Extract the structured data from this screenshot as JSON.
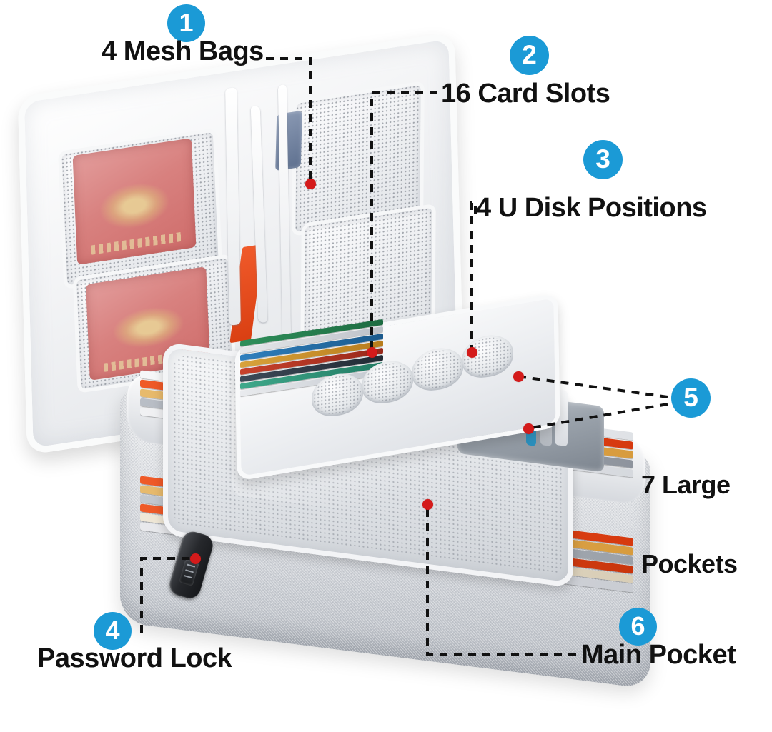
{
  "infographic": {
    "title": "Document organizer bag feature callouts",
    "background_color": "#ffffff",
    "badge_color": "#1b9ad6",
    "badge_text_color": "#ffffff",
    "label_text_color": "#111111",
    "leader_line_color": "#111111",
    "marker_dot_color": "#d41b1b"
  },
  "callouts": [
    {
      "number": "1",
      "label": "4 Mesh Bags"
    },
    {
      "number": "2",
      "label": "16 Card Slots"
    },
    {
      "number": "3",
      "label": "4 U Disk Positions"
    },
    {
      "number": "4",
      "label": "Password Lock"
    },
    {
      "number": "5",
      "label_line1": "7 Large",
      "label_line2": "Pockets"
    },
    {
      "number": "6",
      "label": "Main Pocket"
    }
  ],
  "product": {
    "name": "document-organizer-case",
    "case_color": "#d9dce1",
    "accent_folder_colors": [
      "#e8470f",
      "#e3a84a",
      "#9aa0a8",
      "#d63a12",
      "#f2f3f5"
    ],
    "passport_color": "#d8817f",
    "lock_color": "#1b1d20"
  }
}
